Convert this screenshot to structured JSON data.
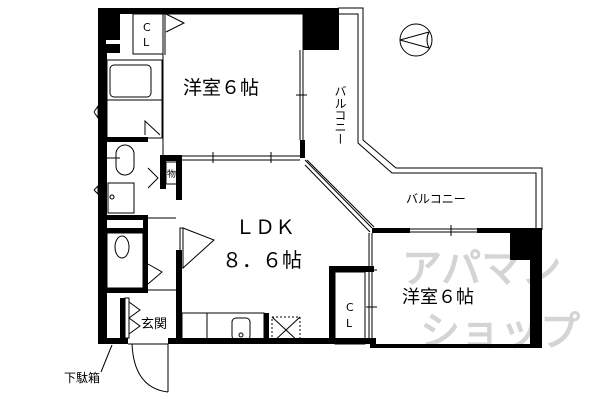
{
  "floorplan": {
    "rooms": {
      "western1": {
        "label": "洋室６帖"
      },
      "ldk_title": {
        "label": "ＬＤＫ"
      },
      "ldk_size": {
        "label": "８．６帖"
      },
      "western2": {
        "label": "洋室６帖"
      },
      "balcony_vertical": {
        "label": "バルコニー"
      },
      "balcony_horizontal": {
        "label": "バルコニー"
      },
      "closet1_c": {
        "label": "C"
      },
      "closet1_l": {
        "label": "L"
      },
      "closet2_c": {
        "label": "C"
      },
      "closet2_l": {
        "label": "L"
      },
      "storage": {
        "label": "物"
      },
      "entrance": {
        "label": "玄関"
      },
      "shoe_box": {
        "label": "下駄箱"
      }
    },
    "watermark": {
      "line1": "アパマン",
      "line2": "ショップ"
    },
    "colors": {
      "wall": "#000000",
      "background": "#ffffff",
      "watermark": "#d4d4d4"
    }
  }
}
